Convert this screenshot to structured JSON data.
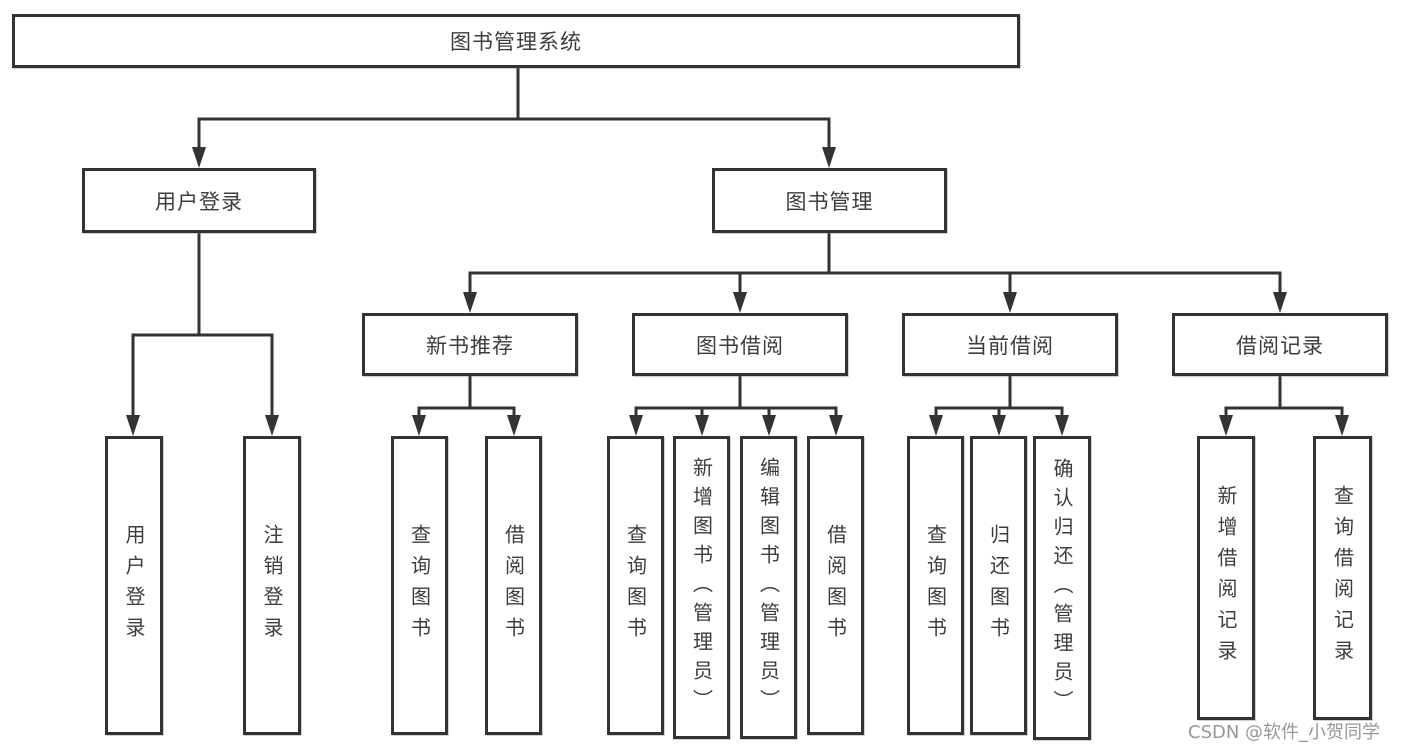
{
  "nodes": {
    "root": "图书管理系统",
    "user_login": "用户登录",
    "book_mgmt": "图书管理",
    "new_book_rec": "新书推荐",
    "book_borrow": "图书借阅",
    "current_borrow": "当前借阅",
    "borrow_record": "借阅记录",
    "leaf_user_login": "用户登录",
    "leaf_logout": "注销登录",
    "leaf_rec_query_book": "查询图书",
    "leaf_rec_borrow_book": "借阅图书",
    "leaf_bb_query_book": "查询图书",
    "leaf_bb_add_book": "新增图书（管理员）",
    "leaf_bb_edit_book": "编辑图书（管理员）",
    "leaf_bb_borrow_book": "借阅图书",
    "leaf_cb_query_book": "查询图书",
    "leaf_cb_return_book": "归还图书",
    "leaf_cb_confirm_return": "确认归还（管理员）",
    "leaf_br_add_record": "新增借阅记录",
    "leaf_br_query_record": "查询借阅记录"
  },
  "watermark": "CSDN @软件_小贺同学",
  "colors": {
    "line": "#333333",
    "box_border": "#333333",
    "text": "#3d3d3d",
    "watermark": "#8c8c8c",
    "background": "#ffffff"
  }
}
